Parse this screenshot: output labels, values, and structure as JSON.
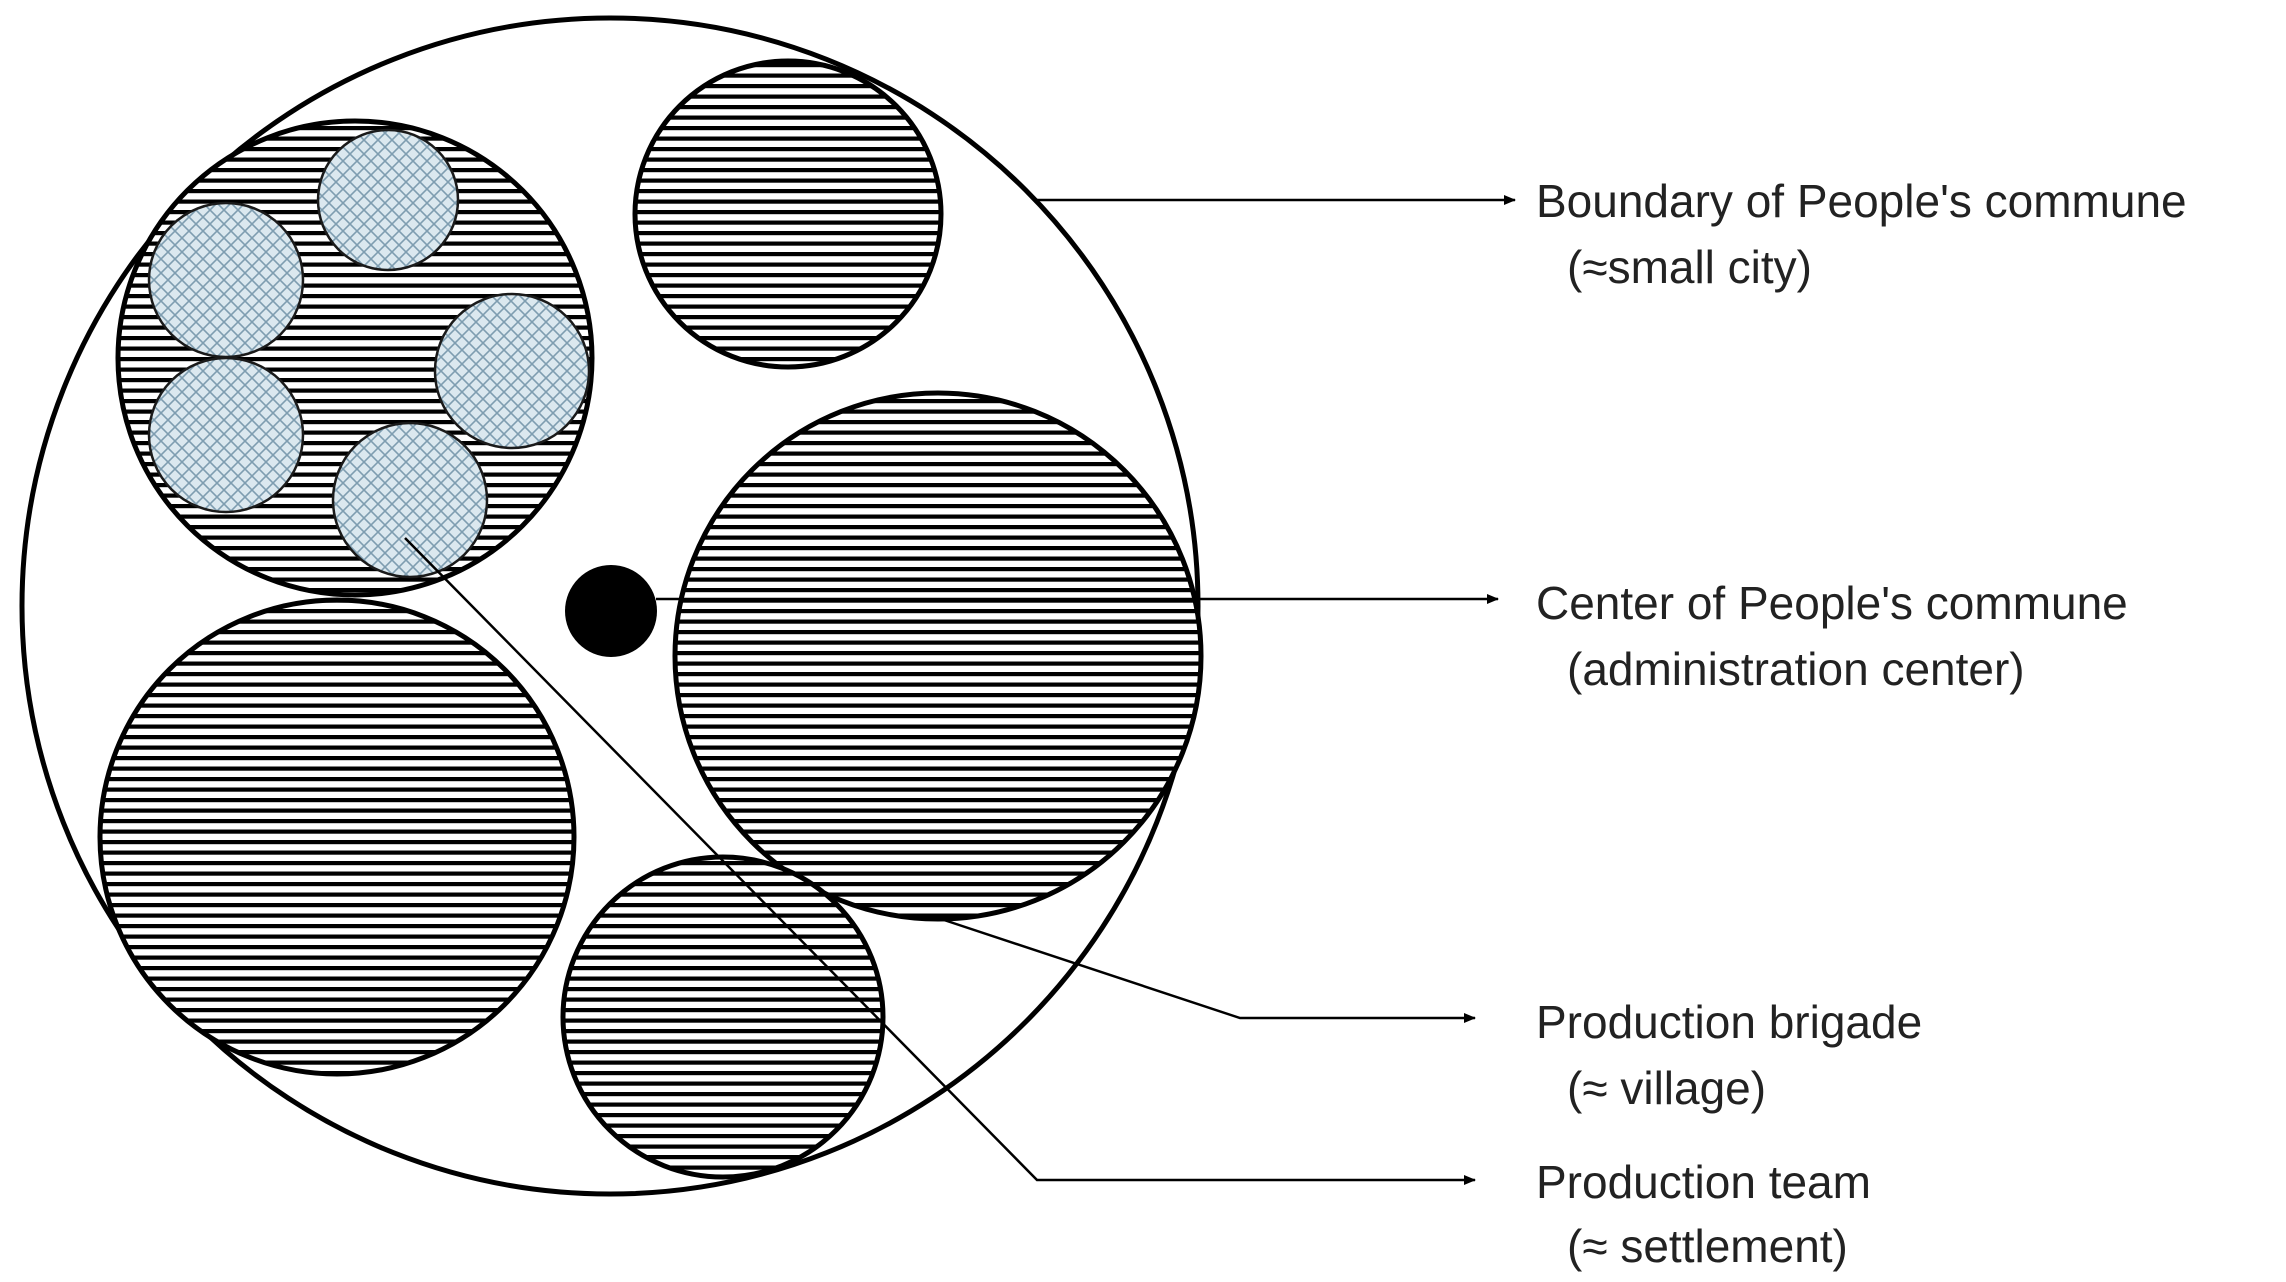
{
  "labels": {
    "boundary": {
      "line1": "Boundary of People's commune",
      "line2": "(≈small city)"
    },
    "center": {
      "line1": "Center of People's commune",
      "line2": "(administration center)"
    },
    "brigade": {
      "line1": "Production brigade",
      "line2": "(≈ village)"
    },
    "team": {
      "line1": "Production team",
      "line2": "(≈ settlement)"
    }
  },
  "colors": {
    "stroke": "#000000",
    "hatch_lines": "#000000",
    "team_fill": "#dbe8ef",
    "team_crosshatch": "#7e9db0",
    "center_dot": "#000000",
    "text": "#222222"
  }
}
